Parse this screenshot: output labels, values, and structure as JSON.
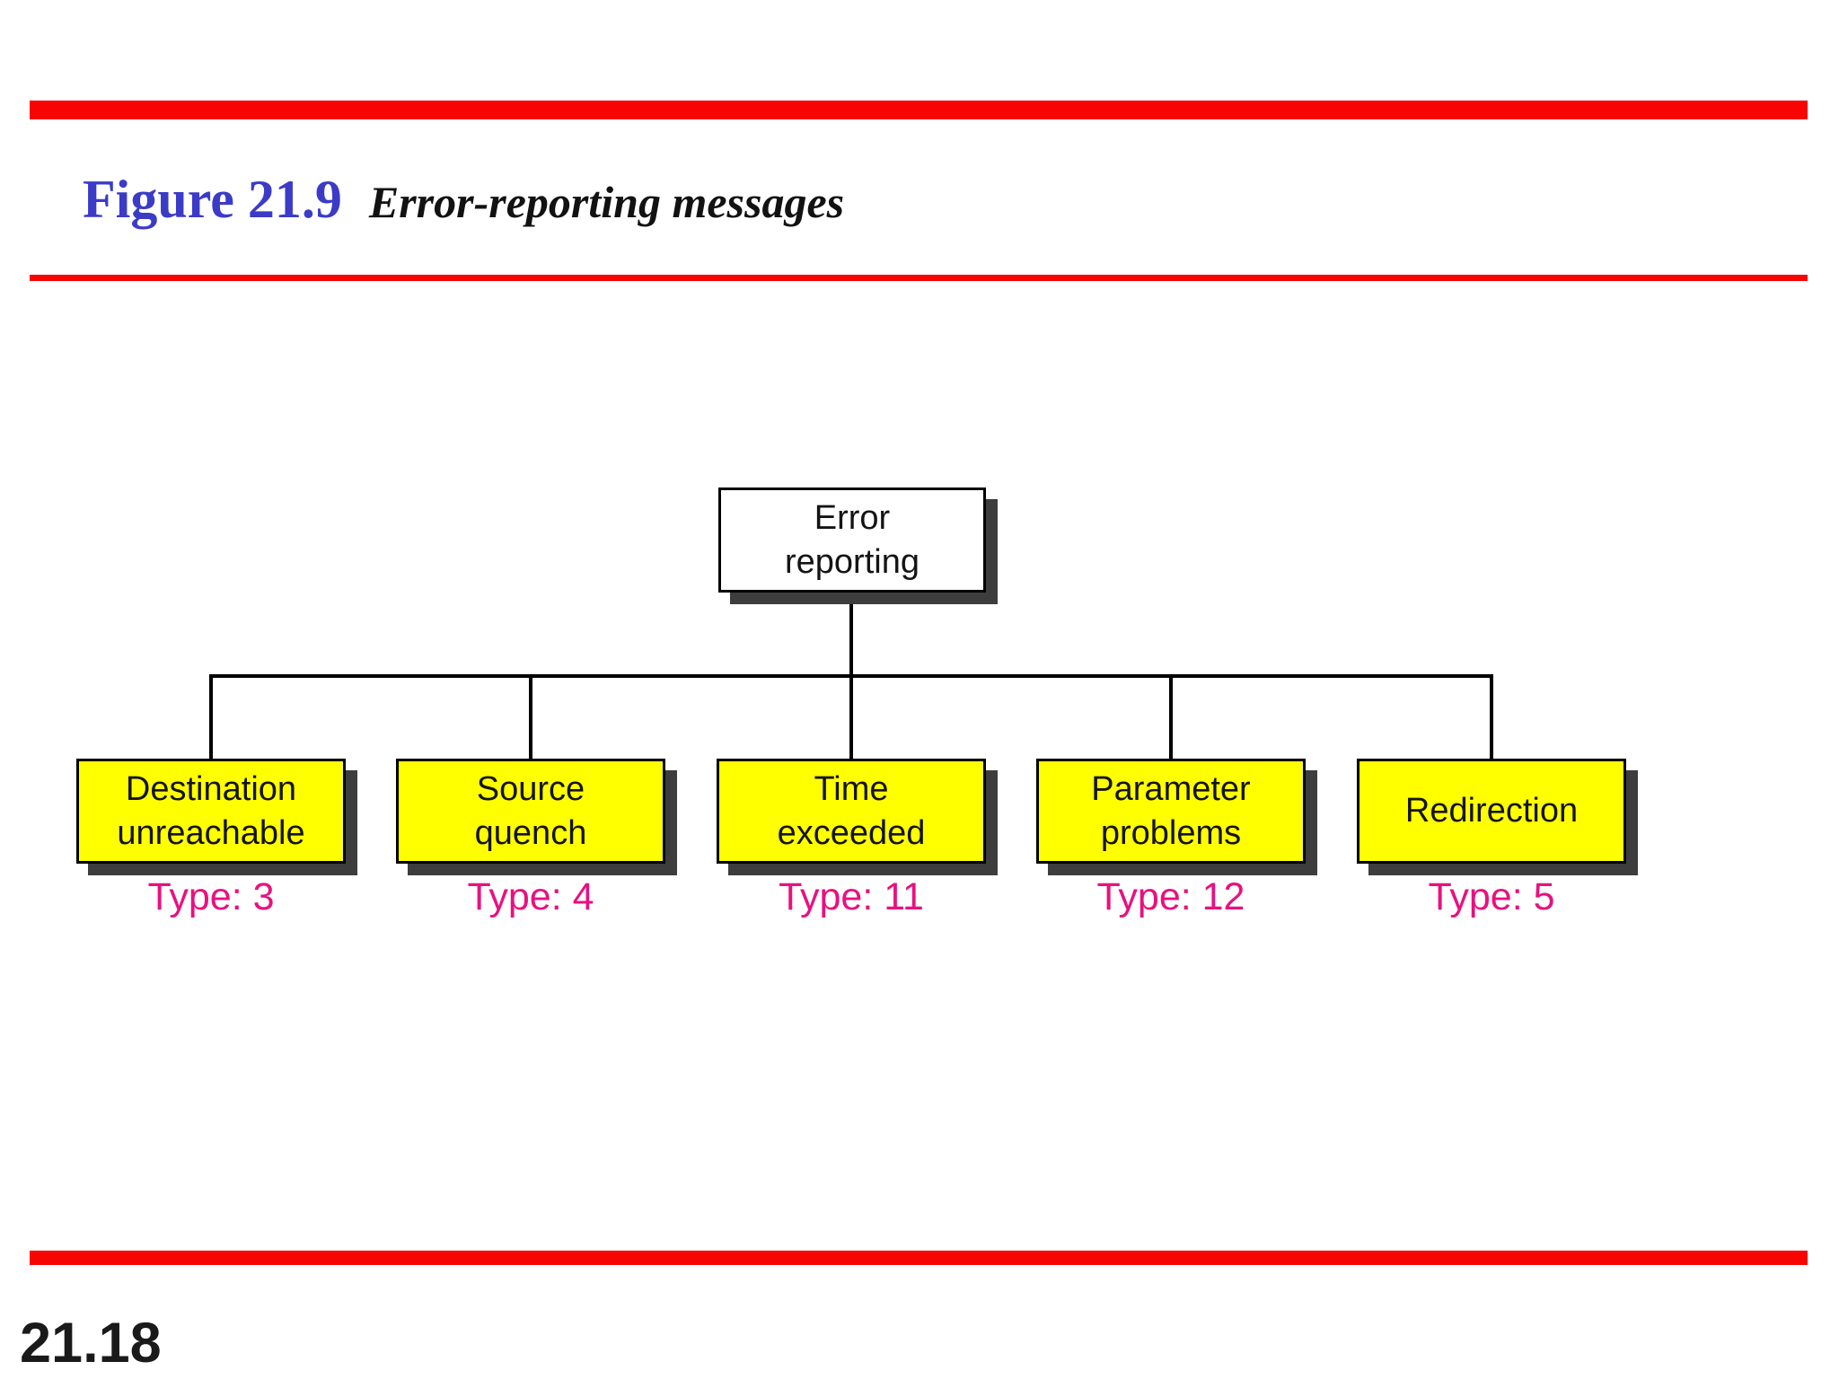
{
  "header": {
    "figure_label": "Figure 21.9",
    "figure_caption": "Error-reporting messages"
  },
  "diagram": {
    "root_label": "Error\nreporting",
    "children": [
      {
        "label": "Destination\nunreachable",
        "type": "Type: 3"
      },
      {
        "label": "Source\nquench",
        "type": "Type: 4"
      },
      {
        "label": "Time\nexceeded",
        "type": "Type: 11"
      },
      {
        "label": "Parameter\nproblems",
        "type": "Type: 12"
      },
      {
        "label": "Redirection",
        "type": "Type: 5"
      }
    ]
  },
  "footer": {
    "page_number": "21.18"
  },
  "colors": {
    "accent_red": "#f70505",
    "title_blue": "#3b3bc8",
    "box_yellow": "#ffff00",
    "type_magenta": "#e8117f",
    "shadow_gray": "#3d3d3d",
    "line_black": "#000000"
  }
}
